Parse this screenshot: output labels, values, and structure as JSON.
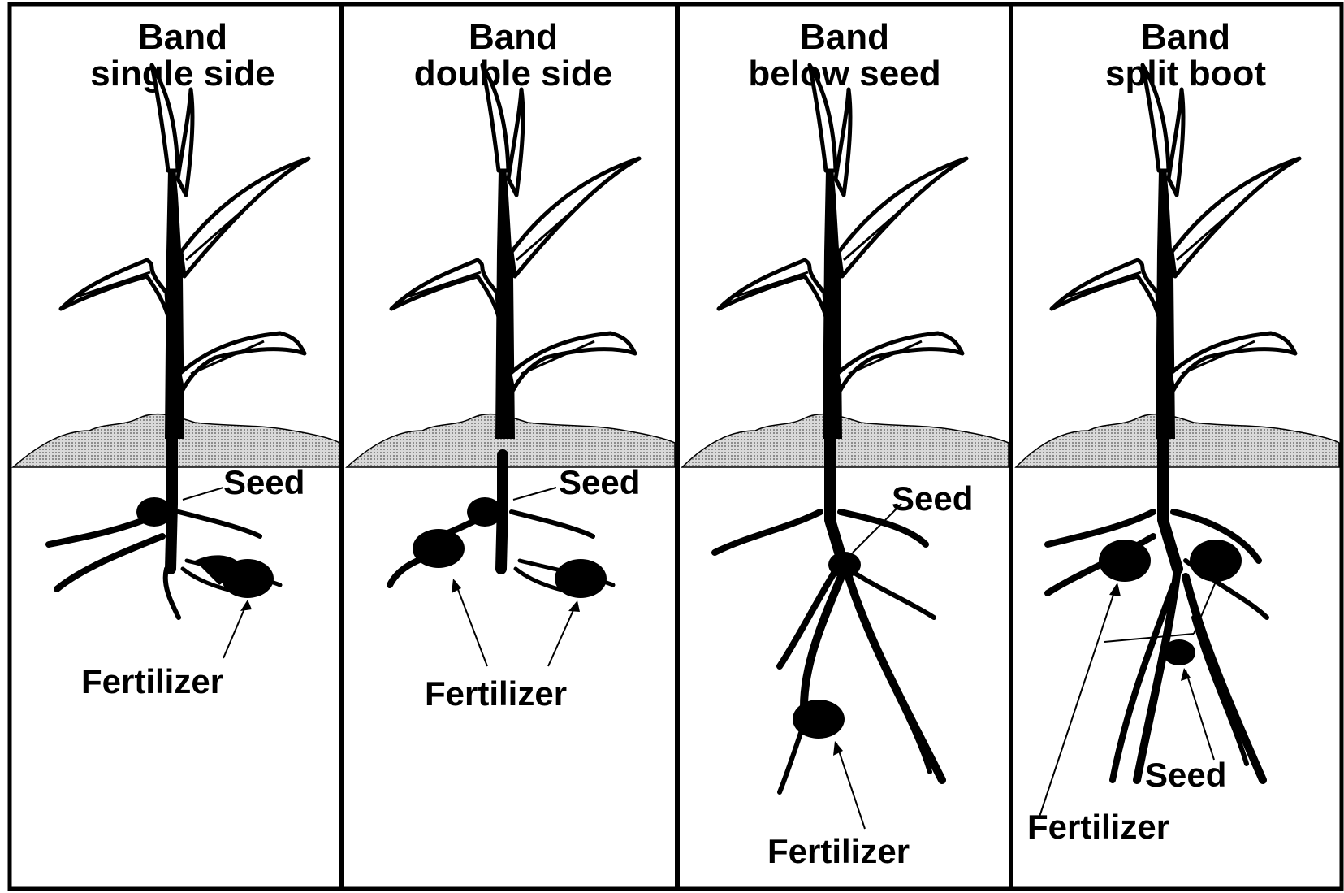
{
  "colors": {
    "ink": "#000000",
    "paper": "#ffffff",
    "soil": "#bdbdbd"
  },
  "panels": [
    {
      "title_line1": "Band",
      "title_line2": "single side",
      "labels": {
        "seed": "Seed",
        "fertilizer": "Fertilizer"
      }
    },
    {
      "title_line1": "Band",
      "title_line2": "double side",
      "labels": {
        "seed": "Seed",
        "fertilizer": "Fertilizer"
      }
    },
    {
      "title_line1": "Band",
      "title_line2": "below seed",
      "labels": {
        "seed": "Seed",
        "fertilizer": "Fertilizer"
      }
    },
    {
      "title_line1": "Band",
      "title_line2": "split boot",
      "labels": {
        "seed": "Seed",
        "fertilizer": "Fertilizer"
      }
    }
  ]
}
